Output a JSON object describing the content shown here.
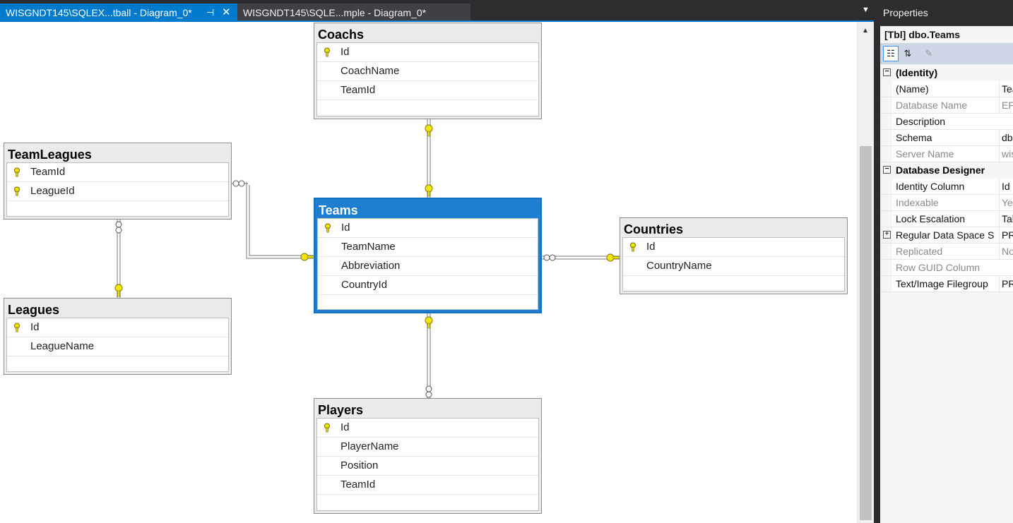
{
  "tabs": [
    {
      "label": "WISGNDT145\\SQLEX...tball - Diagram_0*",
      "active": true
    },
    {
      "label": "WISGNDT145\\SQLE...mple - Diagram_0*",
      "active": false
    }
  ],
  "tab_icons": {
    "pin": "pin-icon",
    "close": "close-icon",
    "dropdown": "chevron-down-icon"
  },
  "tables": {
    "coachs": {
      "title": "Coachs",
      "columns": [
        {
          "name": "Id",
          "key": true
        },
        {
          "name": "CoachName",
          "key": false
        },
        {
          "name": "TeamId",
          "key": false
        }
      ]
    },
    "teamleagues": {
      "title": "TeamLeagues",
      "columns": [
        {
          "name": "TeamId",
          "key": true
        },
        {
          "name": "LeagueId",
          "key": true
        }
      ]
    },
    "teams": {
      "title": "Teams",
      "columns": [
        {
          "name": "Id",
          "key": true
        },
        {
          "name": "TeamName",
          "key": false
        },
        {
          "name": "Abbreviation",
          "key": false
        },
        {
          "name": "CountryId",
          "key": false
        }
      ]
    },
    "countries": {
      "title": "Countries",
      "columns": [
        {
          "name": "Id",
          "key": true
        },
        {
          "name": "CountryName",
          "key": false
        }
      ]
    },
    "leagues": {
      "title": "Leagues",
      "columns": [
        {
          "name": "Id",
          "key": true
        },
        {
          "name": "LeagueName",
          "key": false
        }
      ]
    },
    "players": {
      "title": "Players",
      "columns": [
        {
          "name": "Id",
          "key": true
        },
        {
          "name": "PlayerName",
          "key": false
        },
        {
          "name": "Position",
          "key": false
        },
        {
          "name": "TeamId",
          "key": false
        }
      ]
    }
  },
  "selected_table": "teams",
  "colors": {
    "key": "#f2e600",
    "accent": "#007acc",
    "selected_header": "#1e7fd1"
  },
  "properties": {
    "title": "Properties",
    "object": "[Tbl] dbo.Teams",
    "categories": [
      {
        "label": "(Identity)",
        "items": [
          {
            "name": "(Name)",
            "value": "Tea",
            "readonly": false
          },
          {
            "name": "Database Name",
            "value": "EFC",
            "readonly": true
          },
          {
            "name": "Description",
            "value": "",
            "readonly": false
          },
          {
            "name": "Schema",
            "value": "dbo",
            "readonly": false
          },
          {
            "name": "Server Name",
            "value": "wis",
            "readonly": true
          }
        ]
      },
      {
        "label": "Database Designer",
        "items": [
          {
            "name": "Identity Column",
            "value": "Id",
            "readonly": false
          },
          {
            "name": "Indexable",
            "value": "Yes",
            "readonly": true
          },
          {
            "name": "Lock Escalation",
            "value": "Tab",
            "readonly": false
          },
          {
            "name": "Regular Data Space S",
            "value": "PRI",
            "readonly": false,
            "expandable": true
          },
          {
            "name": "Replicated",
            "value": "No",
            "readonly": true
          },
          {
            "name": "Row GUID Column",
            "value": "",
            "readonly": true
          },
          {
            "name": "Text/Image Filegroup",
            "value": "PRI",
            "readonly": false
          }
        ]
      }
    ]
  }
}
